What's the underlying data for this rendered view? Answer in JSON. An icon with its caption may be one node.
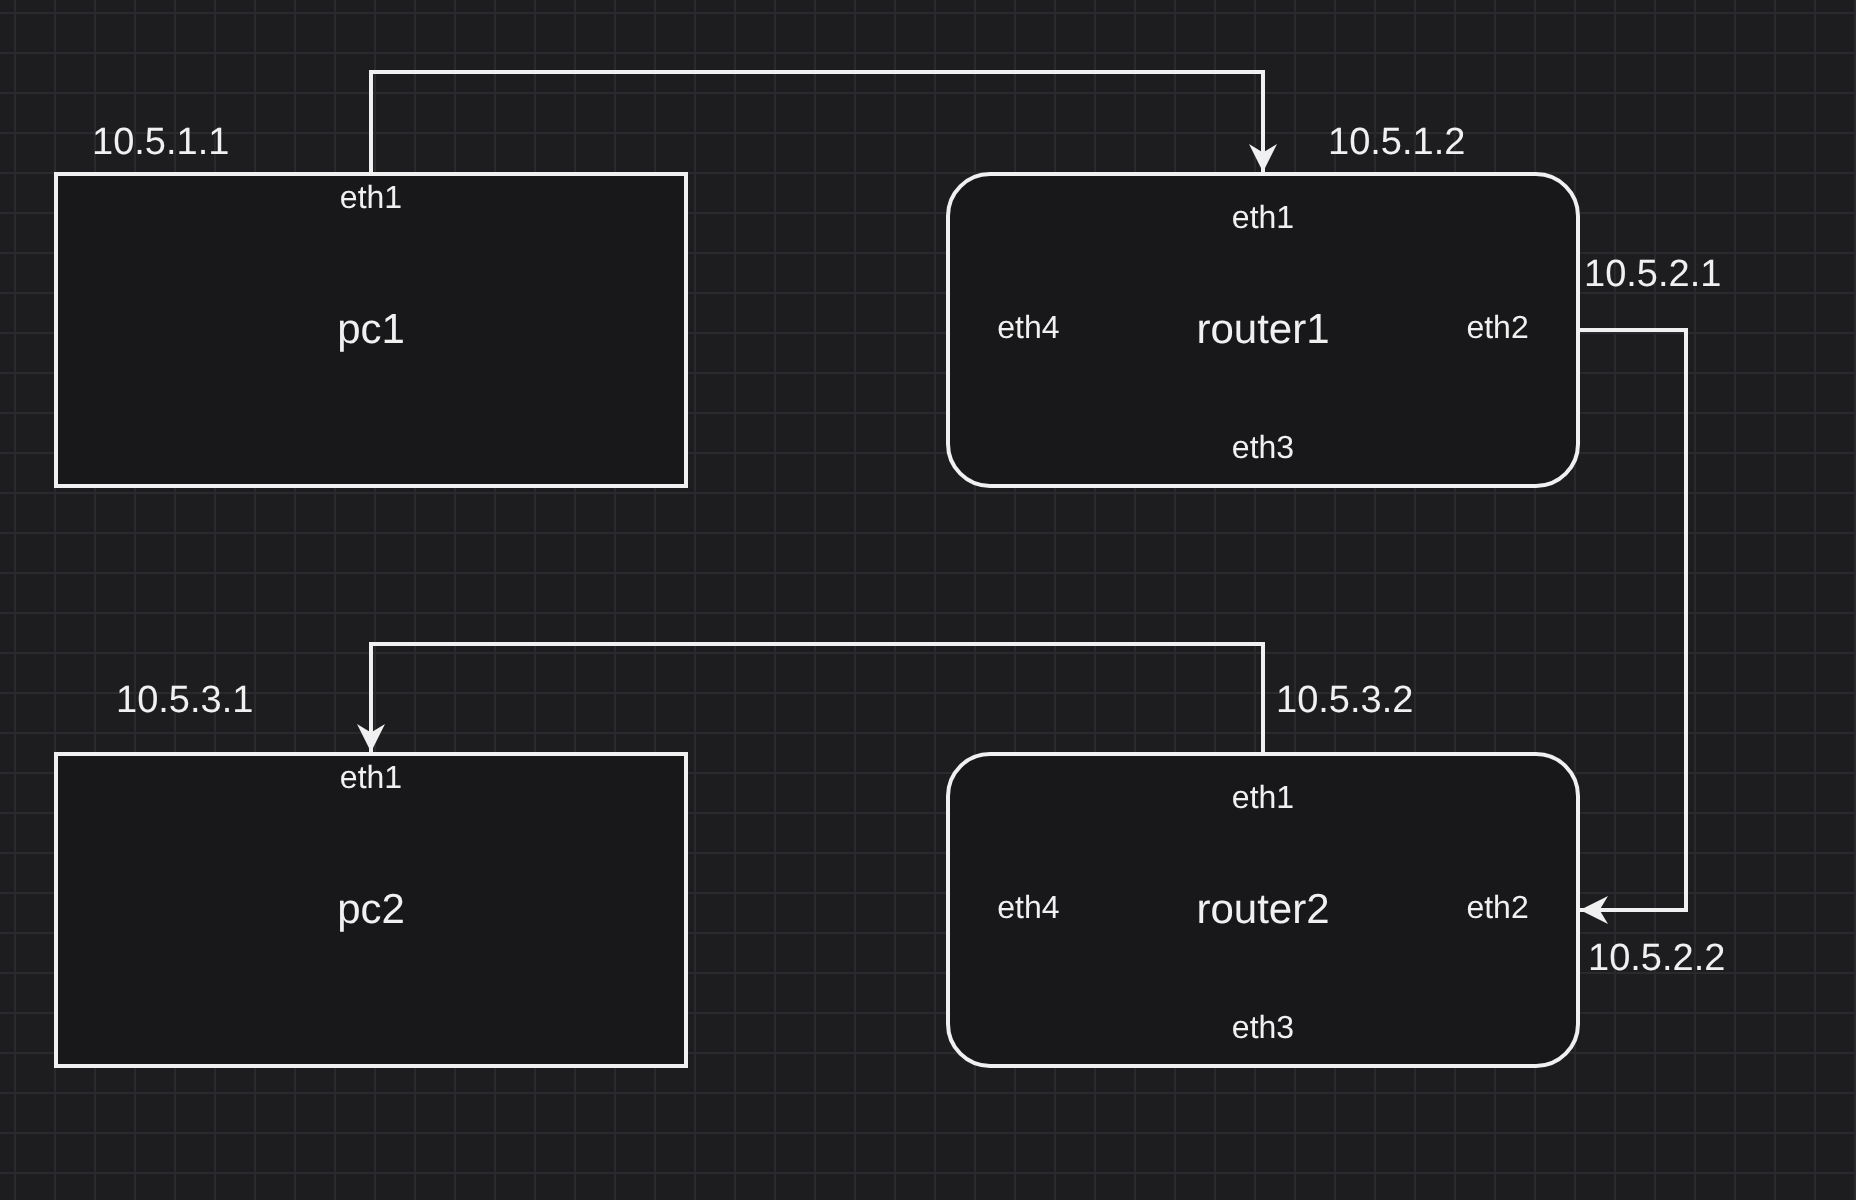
{
  "diagram": {
    "nodes": [
      {
        "text": [
          "eth1",
          "pc1"
        ],
        "beside": [
          "10.5.1.1"
        ]
      },
      {
        "text": [
          "eth1",
          "eth4",
          "router1",
          "eth2",
          "eth3"
        ],
        "beside": [
          "10.5.1.2",
          "10.5.2.1"
        ]
      },
      {
        "text": [
          "eth1",
          "pc2"
        ],
        "beside": [
          "10.5.3.1"
        ]
      },
      {
        "text": [
          "eth1",
          "eth4",
          "router2",
          "eth2",
          "eth3"
        ],
        "beside": [
          "10.5.3.2",
          "10.5.2.2"
        ]
      }
    ],
    "edges": [
      {
        "from": 0,
        "to": 1,
        "arrow": "to"
      },
      {
        "from": 1,
        "to": 3,
        "arrow": "to"
      },
      {
        "from": 3,
        "to": 2,
        "arrow": "to"
      }
    ]
  }
}
